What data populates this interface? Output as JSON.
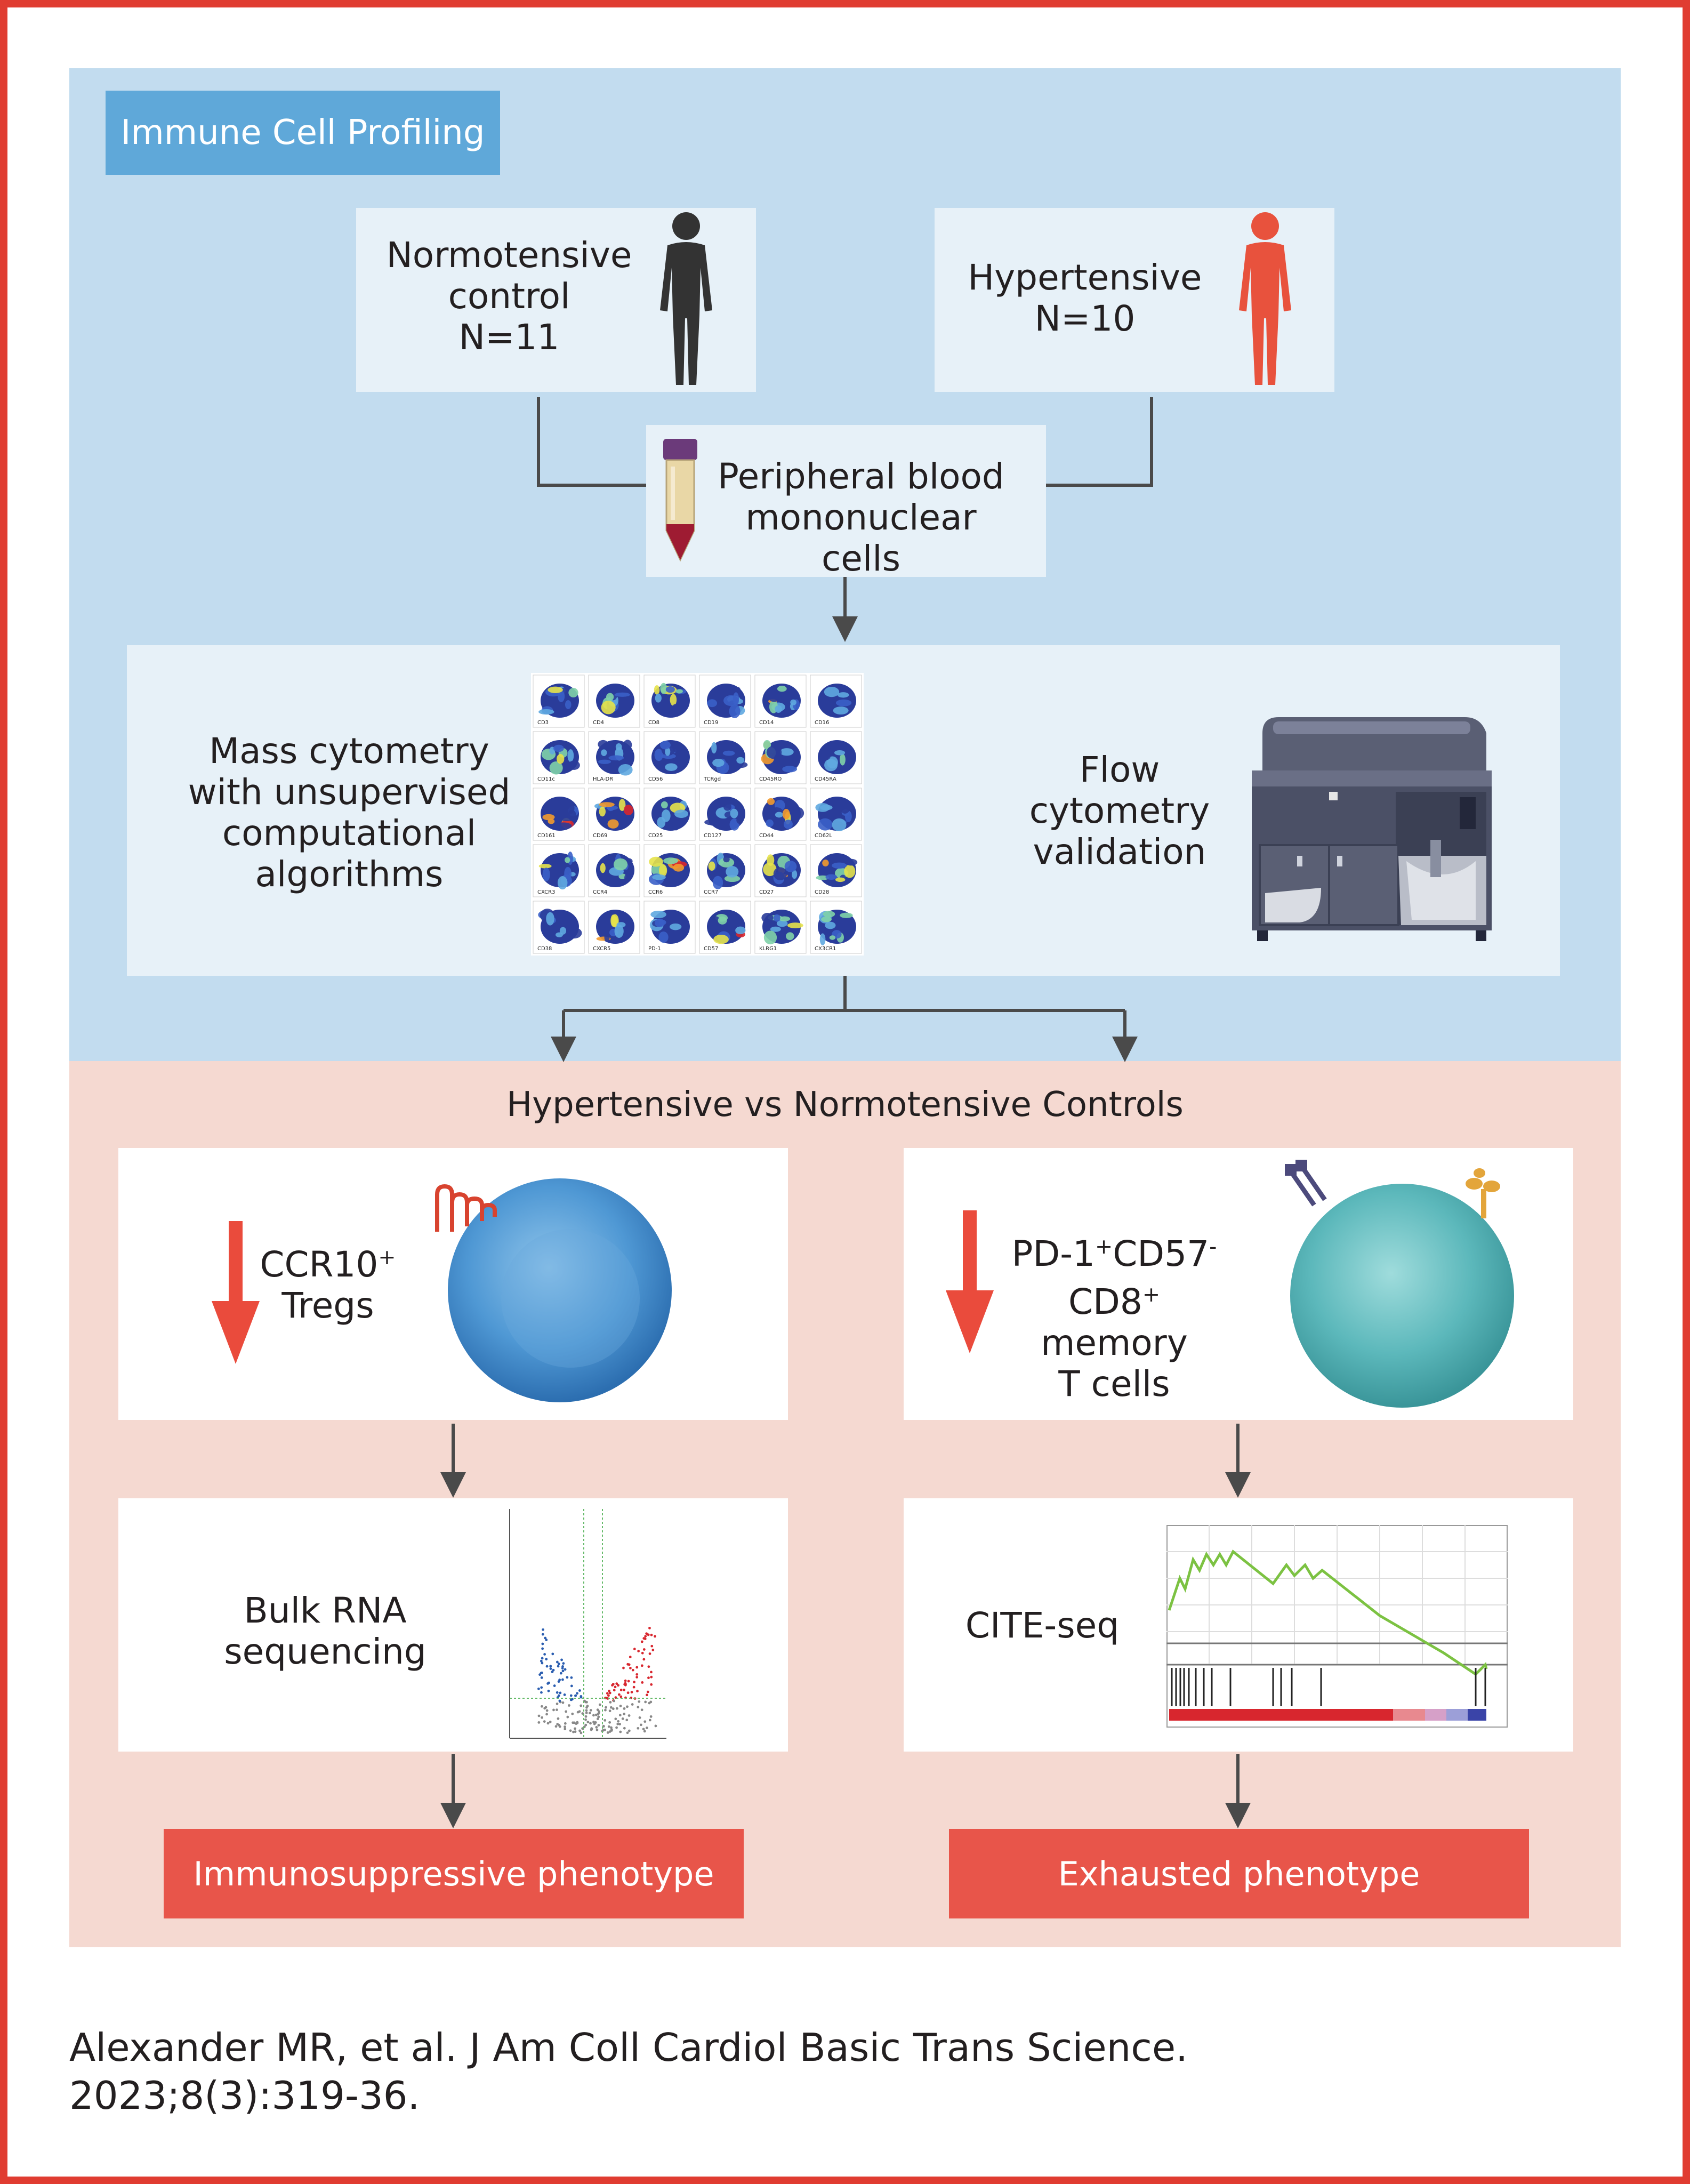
{
  "tag_title": "Immune Cell Profiling",
  "normotensive": {
    "line1": "Normotensive",
    "line2": "control",
    "line3": "N=11"
  },
  "hypertensive": {
    "line1": "Hypertensive",
    "line2": "N=10"
  },
  "pbmc": {
    "line1": "Peripheral blood",
    "line2": "mononuclear cells"
  },
  "mass_cytometry": {
    "line1": "Mass cytometry",
    "line2": "with unsupervised",
    "line3": "computational",
    "line4": "algorithms"
  },
  "flow_cytometry": {
    "line1": "Flow",
    "line2": "cytometry",
    "line3": "validation"
  },
  "tsne_labels": [
    "CD3",
    "CD4",
    "CD8",
    "CD19",
    "CD14",
    "CD16",
    "CD11c",
    "HLA-DR",
    "CD56",
    "TCRgd",
    "CD45RO",
    "CD45RA",
    "CD161",
    "CD69",
    "CD25",
    "CD127",
    "CD44",
    "CD62L",
    "CXCR3",
    "CCR4",
    "CCR6",
    "CCR7",
    "CD27",
    "CD28",
    "CD38",
    "CXCR5",
    "PD-1",
    "CD57",
    "KLRG1",
    "CX3CR1"
  ],
  "comparison_title": "Hypertensive vs Normotensive Controls",
  "tregs": {
    "line1_main": "CCR10",
    "line1_sup": "+",
    "line2": "Tregs"
  },
  "cd8": {
    "l1a": "PD-1",
    "l1a_sup": "+",
    "l1b": "CD57",
    "l1b_sup": "-",
    "l2a": "CD8",
    "l2a_sup": "+",
    "l2b": " memory",
    "l3": "T cells"
  },
  "bulk_rna": {
    "line1": "Bulk RNA",
    "line2": "sequencing"
  },
  "cite_seq": {
    "label": "CITE-seq"
  },
  "outcome_left": "Immunosuppressive phenotype",
  "outcome_right": "Exhausted phenotype",
  "citation": {
    "line1": "Alexander MR, et al. J Am Coll Cardiol Basic Trans Science.",
    "line2": "2023;8(3):319-36."
  },
  "colors": {
    "frame": "#e03c31",
    "top_panel": "#c2dcef",
    "bottom_panel": "#f5d9d1",
    "tag": "#5fa8d9",
    "accent_red": "#e8554a",
    "down_arrow": "#ea4b3c",
    "hypertensive_figure": "#e8523d",
    "normotensive_figure": "#333333"
  }
}
